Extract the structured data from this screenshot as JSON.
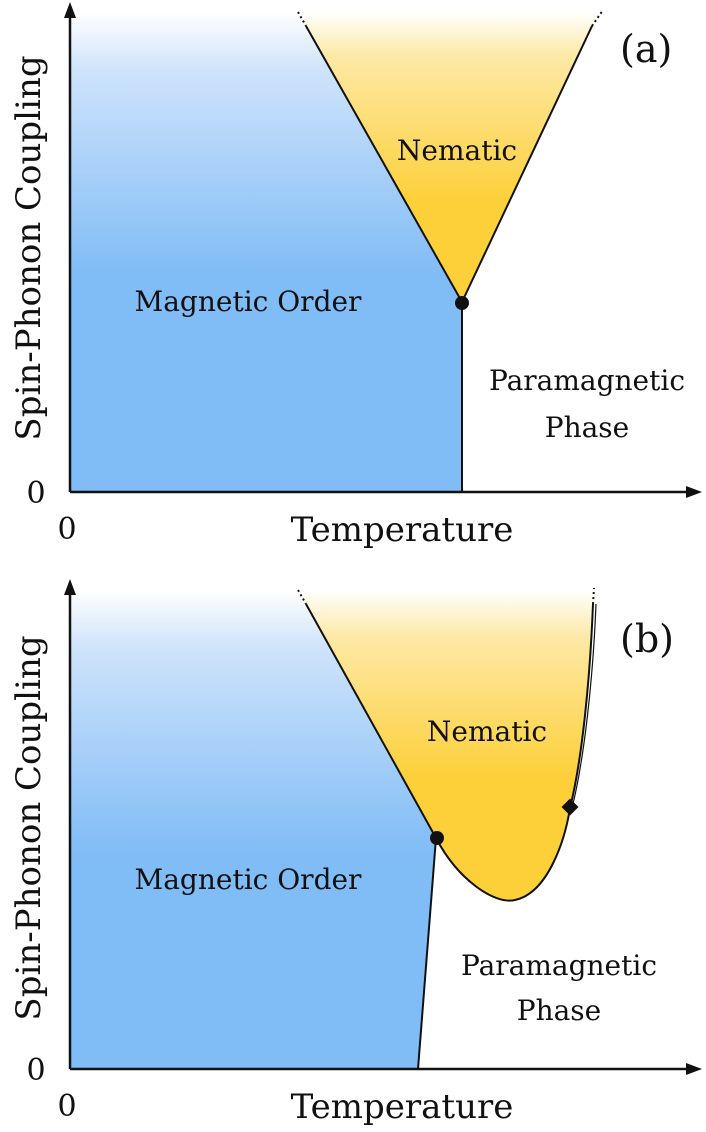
{
  "panels": [
    {
      "label": "(a)",
      "y_axis_title": "Spin-Phonon Coupling",
      "x_axis_title": "Temperature",
      "x_origin_label": "0",
      "y_origin_label": "0",
      "regions": {
        "magnetic": "Magnetic Order",
        "nematic": "Nematic",
        "paramagnetic_line1": "Paramagnetic",
        "paramagnetic_line2": "Phase"
      }
    },
    {
      "label": "(b)",
      "y_axis_title": "Spin-Phonon Coupling",
      "x_axis_title": "Temperature",
      "x_origin_label": "0",
      "y_origin_label": "0",
      "regions": {
        "magnetic": "Magnetic Order",
        "nematic": "Nematic",
        "paramagnetic_line1": "Paramagnetic",
        "paramagnetic_line2": "Phase"
      }
    }
  ],
  "colors": {
    "magnetic_fill": "#80bcf5",
    "nematic_fill": "#fdd03a",
    "phase_boundary": "#111111"
  }
}
